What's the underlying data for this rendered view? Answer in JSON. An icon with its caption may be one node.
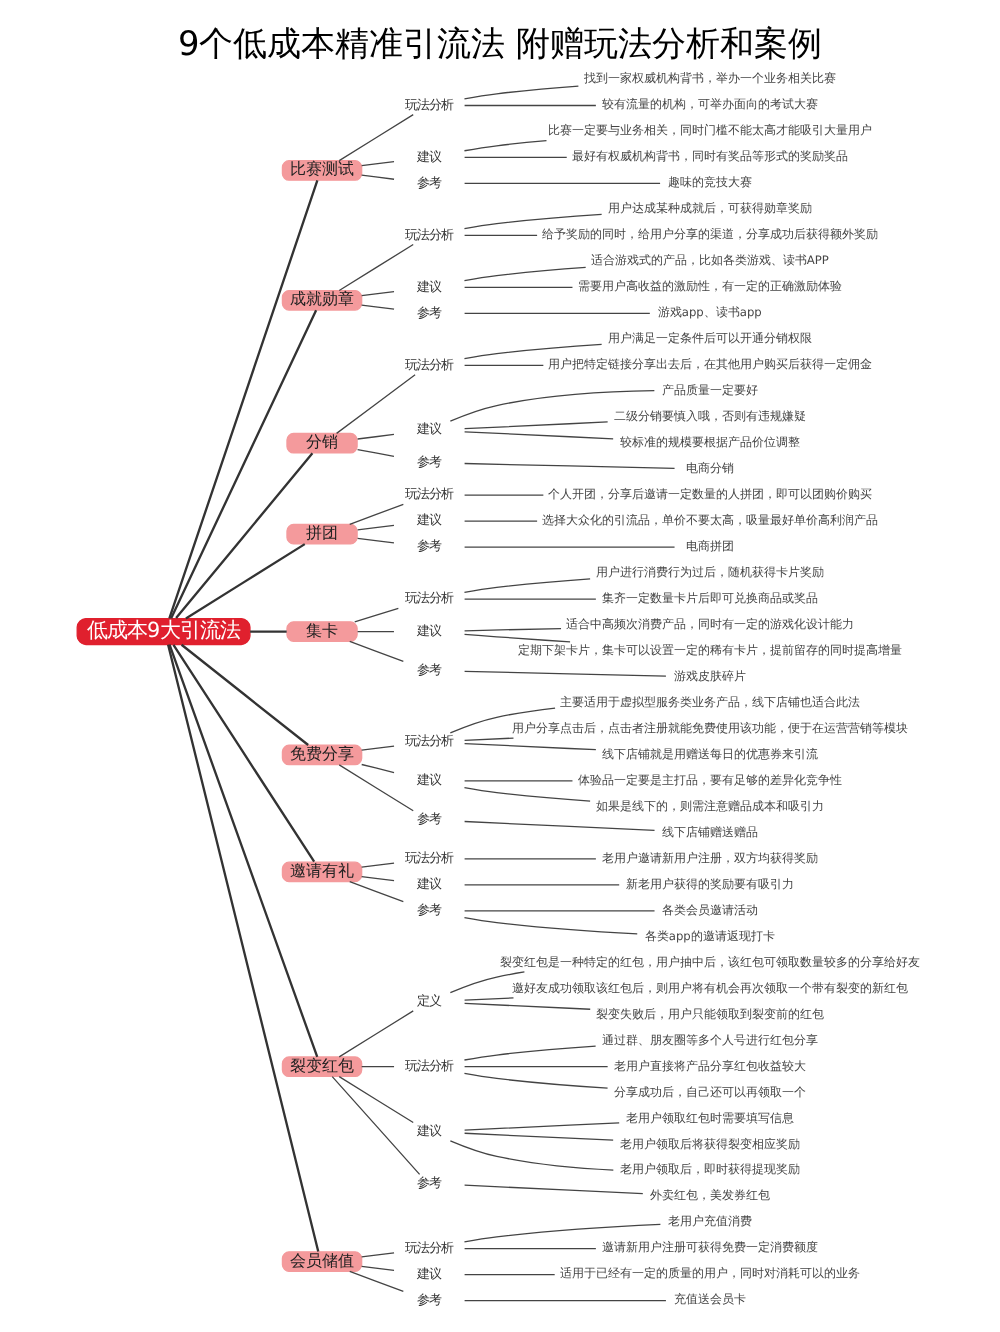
{
  "diagram": {
    "title": "9个低成本精准引流法 附赠玩法分析和案例",
    "nodes": [
      {
        "text": [
          "低成本9大引流法"
        ]
      },
      {
        "text": [
          "比赛测试"
        ]
      },
      {
        "text": [
          "玩法分析"
        ]
      },
      {
        "text": [
          "找到一家权威机构背书，举办一个业务相关比赛"
        ]
      },
      {
        "text": [
          "较有流量的机构，可举办面向的考试大赛"
        ]
      },
      {
        "text": [
          "建议"
        ]
      },
      {
        "text": [
          "比赛一定要与业务相关，同时门槛不能太高才能吸引大量用户"
        ]
      },
      {
        "text": [
          "最好有权威机构背书，同时有奖品等形式的奖励奖品"
        ]
      },
      {
        "text": [
          "参考"
        ]
      },
      {
        "text": [
          "趣味的竞技大赛"
        ]
      },
      {
        "text": [
          "成就勋章"
        ]
      },
      {
        "text": [
          "玩法分析"
        ]
      },
      {
        "text": [
          "用户达成某种成就后，可获得勋章奖励"
        ]
      },
      {
        "text": [
          "给予奖励的同时，给用户分享的渠道，分享成功后获得额外奖励"
        ]
      },
      {
        "text": [
          "建议"
        ]
      },
      {
        "text": [
          "适合游戏式的产品，比如各类游戏、读书APP"
        ]
      },
      {
        "text": [
          "需要用户高收益的激励性，有一定的正确激励体验"
        ]
      },
      {
        "text": [
          "参考"
        ]
      },
      {
        "text": [
          "游戏app、读书app"
        ]
      },
      {
        "text": [
          "分销"
        ]
      },
      {
        "text": [
          "玩法分析"
        ]
      },
      {
        "text": [
          "用户满足一定条件后可以开通分销权限"
        ]
      },
      {
        "text": [
          "用户把特定链接分享出去后，在其他用户购买后获得一定佣金"
        ]
      },
      {
        "text": [
          "建议"
        ]
      },
      {
        "text": [
          "产品质量一定要好"
        ]
      },
      {
        "text": [
          "二级分销要慎入哦，否则有违规嫌疑"
        ]
      },
      {
        "text": [
          "较标准的规模要根据产品价位调整"
        ]
      },
      {
        "text": [
          "参考"
        ]
      },
      {
        "text": [
          "电商分销"
        ]
      },
      {
        "text": [
          "拼团"
        ]
      },
      {
        "text": [
          "玩法分析"
        ]
      },
      {
        "text": [
          "个人开团，分享后邀请一定数量的人拼团，即可以团购价购买"
        ]
      },
      {
        "text": [
          "建议"
        ]
      },
      {
        "text": [
          "选择大众化的引流品，单价不要太高，吸量最好单价高利润产品"
        ]
      },
      {
        "text": [
          "参考"
        ]
      },
      {
        "text": [
          "电商拼团"
        ]
      },
      {
        "text": [
          "集卡"
        ]
      },
      {
        "text": [
          "玩法分析"
        ]
      },
      {
        "text": [
          "用户进行消费行为过后，随机获得卡片奖励"
        ]
      },
      {
        "text": [
          "集齐一定数量卡片后即可兑换商品或奖品"
        ]
      },
      {
        "text": [
          "建议"
        ]
      },
      {
        "text": [
          "适合中高频次消费产品，同时有一定的游戏化设计能力"
        ]
      },
      {
        "text": [
          "定期下架卡片，集卡可以设置一定的稀有卡片，提前留存的同时提高增量"
        ]
      },
      {
        "text": [
          "参考"
        ]
      },
      {
        "text": [
          "游戏皮肤碎片"
        ]
      },
      {
        "text": [
          "免费分享"
        ]
      },
      {
        "text": [
          "玩法分析"
        ]
      },
      {
        "text": [
          "主要适用于虚拟型服务类业务产品，线下店铺也适合此法"
        ]
      },
      {
        "text": [
          "用户分享点击后，点击者注册就能免费使用该功能，便于在运营营销等模块"
        ]
      },
      {
        "text": [
          "线下店铺就是用赠送每日的优惠券来引流"
        ]
      },
      {
        "text": [
          "建议"
        ]
      },
      {
        "text": [
          "体验品一定要是主打品，要有足够的差异化竞争性"
        ]
      },
      {
        "text": [
          "如果是线下的，则需注意赠品成本和吸引力"
        ]
      },
      {
        "text": [
          "参考"
        ]
      },
      {
        "text": [
          "线下店铺赠送赠品"
        ]
      },
      {
        "text": [
          "邀请有礼"
        ]
      },
      {
        "text": [
          "玩法分析"
        ]
      },
      {
        "text": [
          "老用户邀请新用户注册，双方均获得奖励"
        ]
      },
      {
        "text": [
          "建议"
        ]
      },
      {
        "text": [
          "新老用户获得的奖励要有吸引力"
        ]
      },
      {
        "text": [
          "参考"
        ]
      },
      {
        "text": [
          "各类会员邀请活动"
        ]
      },
      {
        "text": [
          "各类app的邀请返现打卡"
        ]
      },
      {
        "text": [
          "裂变红包"
        ]
      },
      {
        "text": [
          "定义"
        ]
      },
      {
        "text": [
          "裂变红包是一种特定的红包，用户抽中后，该红包可领取数量较多的分享给好友"
        ]
      },
      {
        "text": [
          "邀好友成功领取该红包后，则用户将有机会再次领取一个带有裂变的新红包"
        ]
      },
      {
        "text": [
          "裂变失败后，用户只能领取到裂变前的红包"
        ]
      },
      {
        "text": [
          "玩法分析"
        ]
      },
      {
        "text": [
          "通过群、朋友圈等多个人号进行红包分享"
        ]
      },
      {
        "text": [
          "老用户直接将产品分享红包收益较大"
        ]
      },
      {
        "text": [
          "分享成功后，自己还可以再领取一个"
        ]
      },
      {
        "text": [
          "建议"
        ]
      },
      {
        "text": [
          "老用户领取红包时需要填写信息"
        ]
      },
      {
        "text": [
          "老用户领取后将获得裂变相应奖励"
        ]
      },
      {
        "text": [
          "老用户领取后，即时获得提现奖励"
        ]
      },
      {
        "text": [
          "参考"
        ]
      },
      {
        "text": [
          "外卖红包，美发券红包"
        ]
      },
      {
        "text": [
          "会员储值"
        ]
      },
      {
        "text": [
          "玩法分析"
        ]
      },
      {
        "text": [
          "老用户充值消费"
        ]
      },
      {
        "text": [
          "邀请新用户注册可获得免费一定消费额度"
        ]
      },
      {
        "text": [
          "建议"
        ]
      },
      {
        "text": [
          "适用于已经有一定的质量的用户，同时对消耗可以的业务"
        ]
      },
      {
        "text": [
          "参考"
        ]
      },
      {
        "text": [
          "充值送会员卡"
        ]
      }
    ],
    "edges": [
      {
        "from": 0,
        "to": 1,
        "arrow": "none"
      },
      {
        "from": 1,
        "to": 2,
        "arrow": "none"
      },
      {
        "from": 2,
        "to": 3,
        "arrow": "none"
      },
      {
        "from": 2,
        "to": 4,
        "arrow": "none"
      },
      {
        "from": 1,
        "to": 5,
        "arrow": "none"
      },
      {
        "from": 5,
        "to": 6,
        "arrow": "none"
      },
      {
        "from": 5,
        "to": 7,
        "arrow": "none"
      },
      {
        "from": 1,
        "to": 8,
        "arrow": "none"
      },
      {
        "from": 8,
        "to": 9,
        "arrow": "none"
      },
      {
        "from": 0,
        "to": 10,
        "arrow": "none"
      },
      {
        "from": 10,
        "to": 11,
        "arrow": "none"
      },
      {
        "from": 11,
        "to": 12,
        "arrow": "none"
      },
      {
        "from": 11,
        "to": 13,
        "arrow": "none"
      },
      {
        "from": 10,
        "to": 14,
        "arrow": "none"
      },
      {
        "from": 14,
        "to": 15,
        "arrow": "none"
      },
      {
        "from": 14,
        "to": 16,
        "arrow": "none"
      },
      {
        "from": 10,
        "to": 17,
        "arrow": "none"
      },
      {
        "from": 17,
        "to": 18,
        "arrow": "none"
      },
      {
        "from": 0,
        "to": 19,
        "arrow": "none"
      },
      {
        "from": 19,
        "to": 20,
        "arrow": "none"
      },
      {
        "from": 20,
        "to": 21,
        "arrow": "none"
      },
      {
        "from": 20,
        "to": 22,
        "arrow": "none"
      },
      {
        "from": 19,
        "to": 23,
        "arrow": "none"
      },
      {
        "from": 23,
        "to": 24,
        "arrow": "none"
      },
      {
        "from": 23,
        "to": 25,
        "arrow": "none"
      },
      {
        "from": 23,
        "to": 26,
        "arrow": "none"
      },
      {
        "from": 19,
        "to": 27,
        "arrow": "none"
      },
      {
        "from": 27,
        "to": 28,
        "arrow": "none"
      },
      {
        "from": 0,
        "to": 29,
        "arrow": "none"
      },
      {
        "from": 29,
        "to": 30,
        "arrow": "none"
      },
      {
        "from": 30,
        "to": 31,
        "arrow": "none"
      },
      {
        "from": 29,
        "to": 32,
        "arrow": "none"
      },
      {
        "from": 32,
        "to": 33,
        "arrow": "none"
      },
      {
        "from": 29,
        "to": 34,
        "arrow": "none"
      },
      {
        "from": 34,
        "to": 35,
        "arrow": "none"
      },
      {
        "from": 0,
        "to": 36,
        "arrow": "none"
      },
      {
        "from": 36,
        "to": 37,
        "arrow": "none"
      },
      {
        "from": 37,
        "to": 38,
        "arrow": "none"
      },
      {
        "from": 37,
        "to": 39,
        "arrow": "none"
      },
      {
        "from": 36,
        "to": 40,
        "arrow": "none"
      },
      {
        "from": 40,
        "to": 41,
        "arrow": "none"
      },
      {
        "from": 40,
        "to": 42,
        "arrow": "none"
      },
      {
        "from": 36,
        "to": 43,
        "arrow": "none"
      },
      {
        "from": 43,
        "to": 44,
        "arrow": "none"
      },
      {
        "from": 0,
        "to": 45,
        "arrow": "none"
      },
      {
        "from": 45,
        "to": 46,
        "arrow": "none"
      },
      {
        "from": 46,
        "to": 47,
        "arrow": "none"
      },
      {
        "from": 46,
        "to": 48,
        "arrow": "none"
      },
      {
        "from": 46,
        "to": 49,
        "arrow": "none"
      },
      {
        "from": 45,
        "to": 50,
        "arrow": "none"
      },
      {
        "from": 50,
        "to": 51,
        "arrow": "none"
      },
      {
        "from": 50,
        "to": 52,
        "arrow": "none"
      },
      {
        "from": 45,
        "to": 53,
        "arrow": "none"
      },
      {
        "from": 53,
        "to": 54,
        "arrow": "none"
      },
      {
        "from": 0,
        "to": 55,
        "arrow": "none"
      },
      {
        "from": 55,
        "to": 56,
        "arrow": "none"
      },
      {
        "from": 56,
        "to": 57,
        "arrow": "none"
      },
      {
        "from": 55,
        "to": 58,
        "arrow": "none"
      },
      {
        "from": 58,
        "to": 59,
        "arrow": "none"
      },
      {
        "from": 55,
        "to": 60,
        "arrow": "none"
      },
      {
        "from": 60,
        "to": 61,
        "arrow": "none"
      },
      {
        "from": 60,
        "to": 62,
        "arrow": "none"
      },
      {
        "from": 0,
        "to": 63,
        "arrow": "none"
      },
      {
        "from": 63,
        "to": 64,
        "arrow": "none"
      },
      {
        "from": 64,
        "to": 65,
        "arrow": "none"
      },
      {
        "from": 64,
        "to": 66,
        "arrow": "none"
      },
      {
        "from": 64,
        "to": 67,
        "arrow": "none"
      },
      {
        "from": 63,
        "to": 68,
        "arrow": "none"
      },
      {
        "from": 68,
        "to": 69,
        "arrow": "none"
      },
      {
        "from": 68,
        "to": 70,
        "arrow": "none"
      },
      {
        "from": 68,
        "to": 71,
        "arrow": "none"
      },
      {
        "from": 63,
        "to": 72,
        "arrow": "none"
      },
      {
        "from": 72,
        "to": 73,
        "arrow": "none"
      },
      {
        "from": 72,
        "to": 74,
        "arrow": "none"
      },
      {
        "from": 72,
        "to": 75,
        "arrow": "none"
      },
      {
        "from": 63,
        "to": 76,
        "arrow": "none"
      },
      {
        "from": 76,
        "to": 77,
        "arrow": "none"
      },
      {
        "from": 0,
        "to": 78,
        "arrow": "none"
      },
      {
        "from": 78,
        "to": 79,
        "arrow": "none"
      },
      {
        "from": 79,
        "to": 80,
        "arrow": "none"
      },
      {
        "from": 79,
        "to": 81,
        "arrow": "none"
      },
      {
        "from": 78,
        "to": 82,
        "arrow": "none"
      },
      {
        "from": 82,
        "to": 83,
        "arrow": "none"
      },
      {
        "from": 78,
        "to": 84,
        "arrow": "none"
      },
      {
        "from": 84,
        "to": 85,
        "arrow": "none"
      }
    ]
  }
}
